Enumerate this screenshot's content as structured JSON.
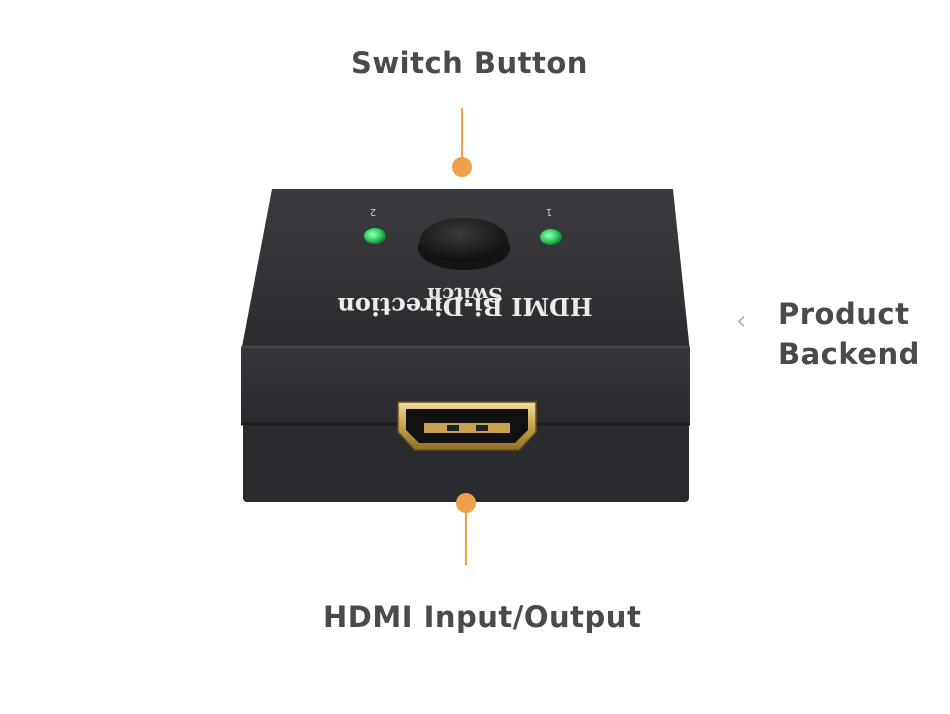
{
  "callouts": {
    "top": "Switch Button",
    "bottom": "HDMI Input/Output",
    "right_line1": "Product",
    "right_line2": "Backend",
    "right_chevron": "‹"
  },
  "device": {
    "print_line1": "HDMI Bi-Direction",
    "print_line2": "Switch",
    "led_left_label": "2",
    "led_right_label": "1"
  },
  "colors": {
    "accent": "#f0a04b",
    "body": "#2f2f33",
    "led": "#2ecf63",
    "text": "#4a4a4a"
  }
}
